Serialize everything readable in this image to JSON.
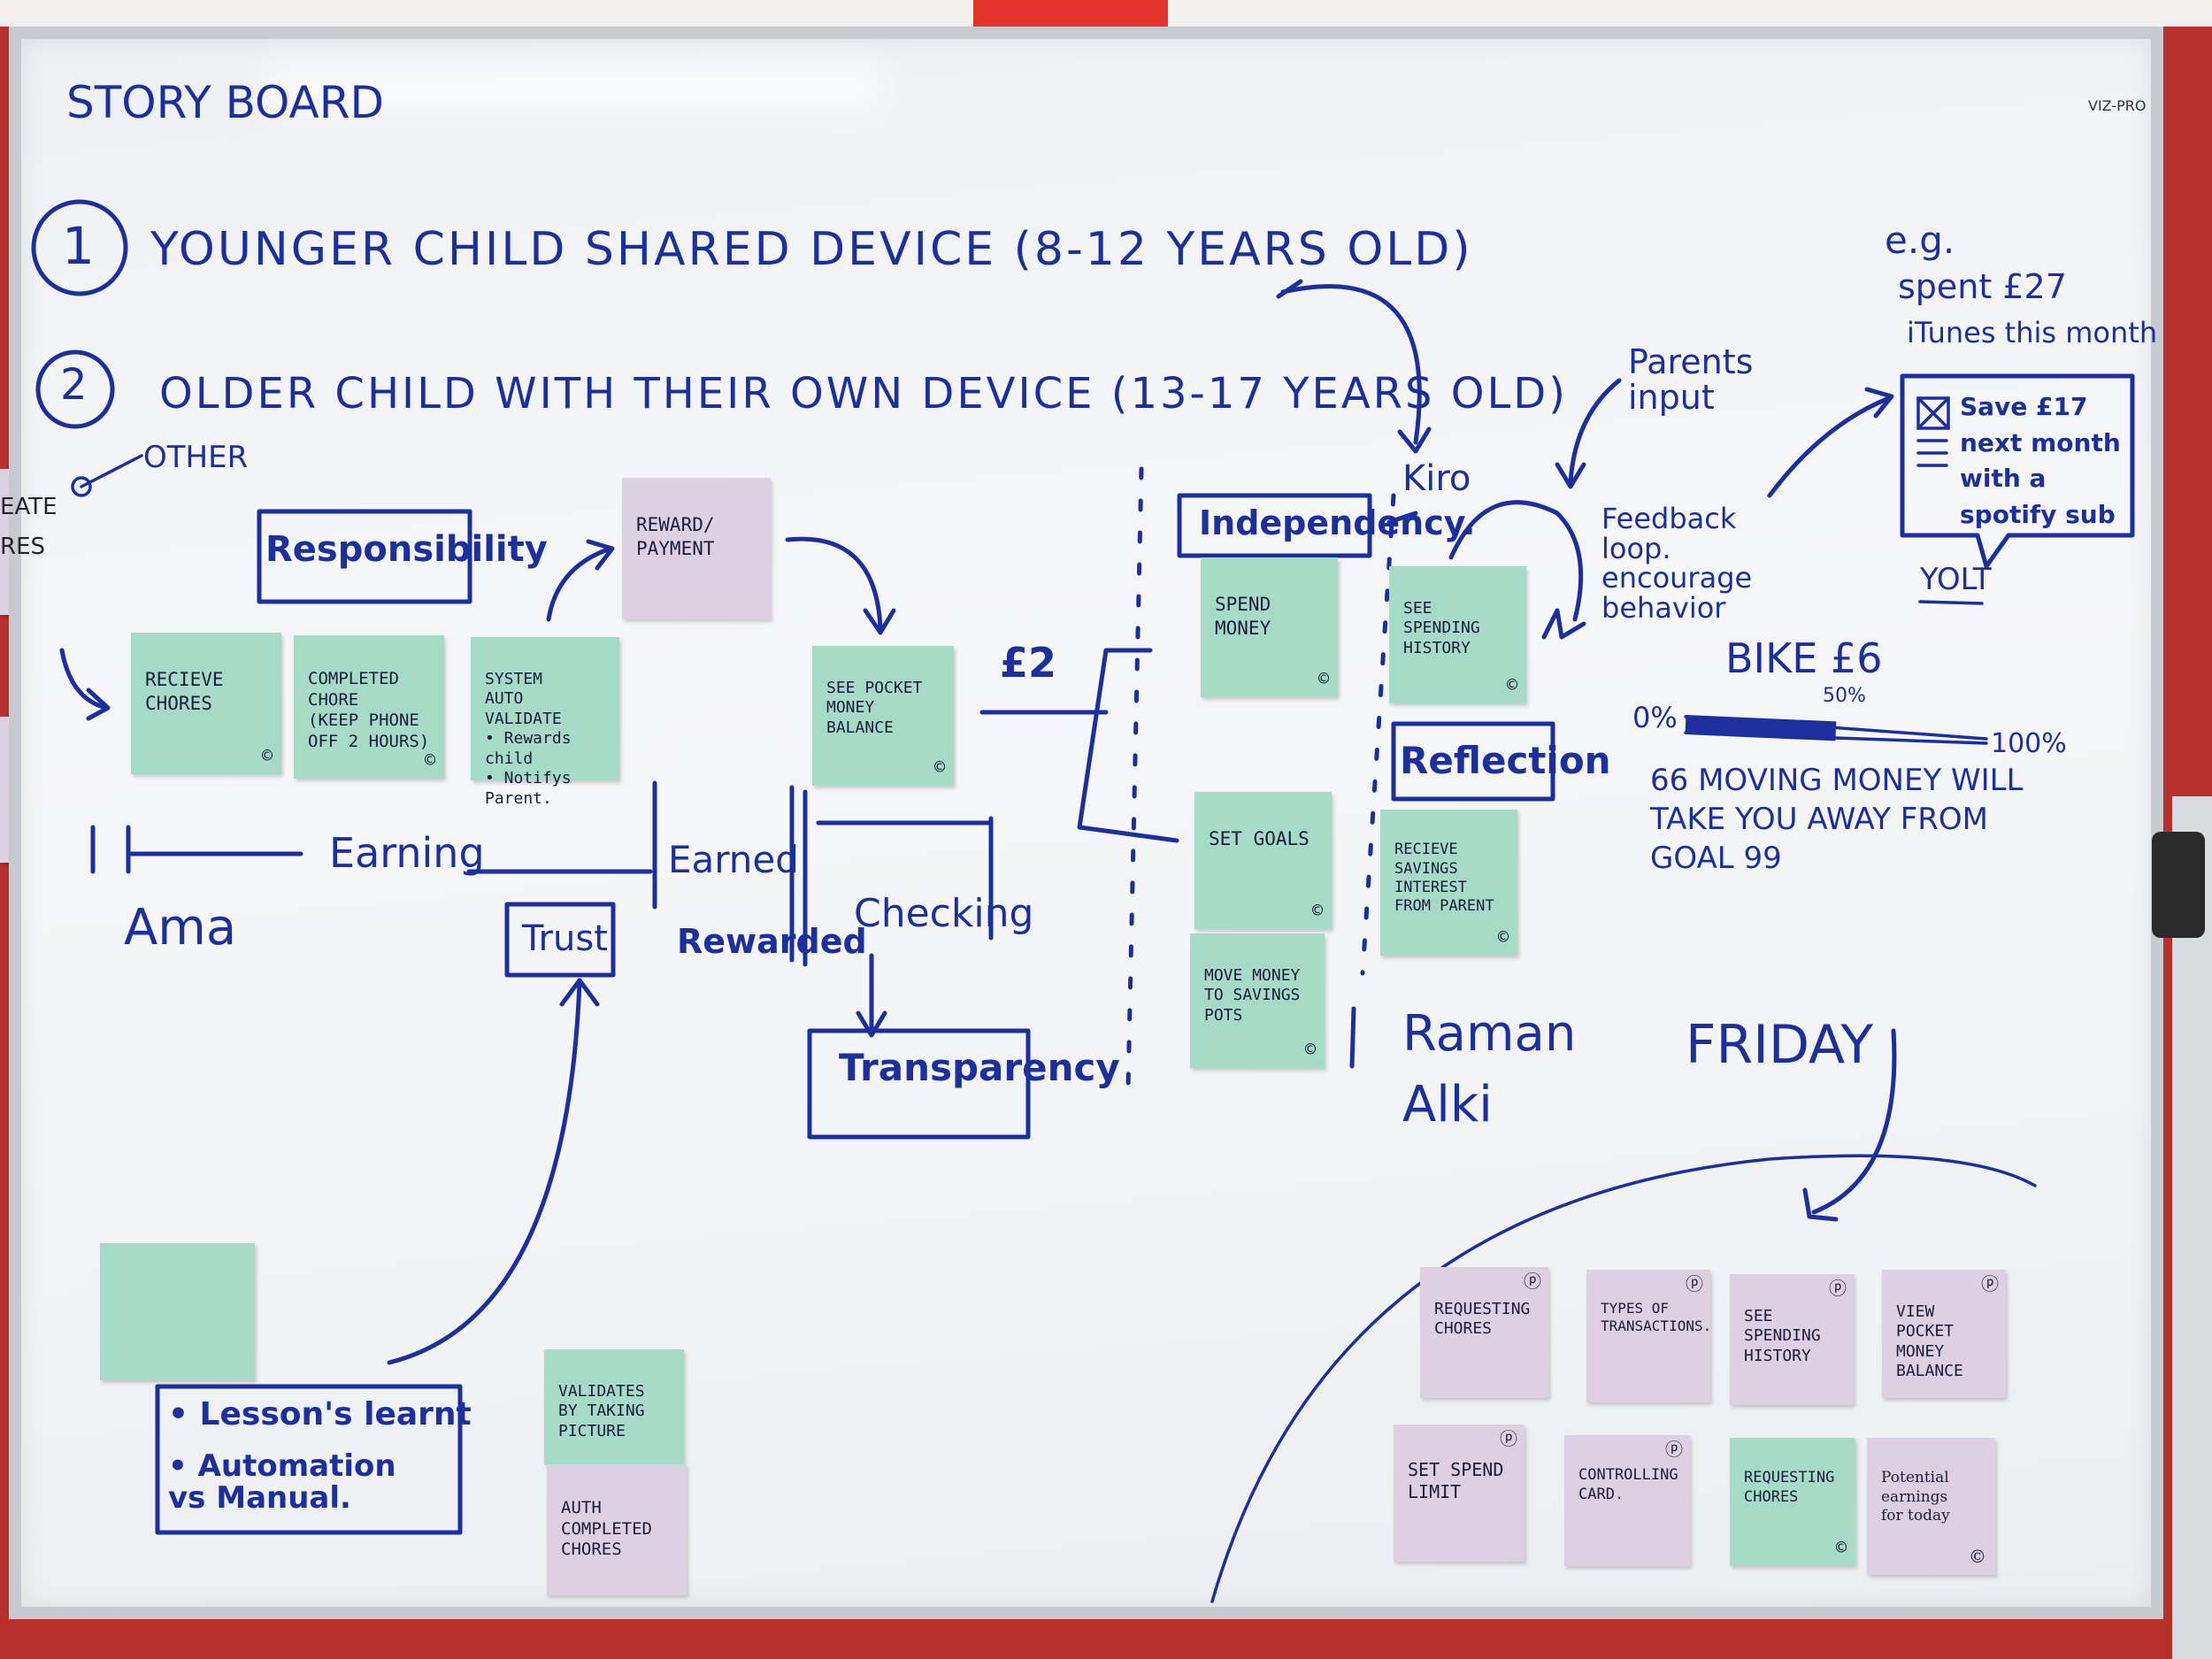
{
  "board": {
    "title": "STORY BOARD",
    "brand": "VIZ-PRO",
    "line1_num": "1",
    "line1": "YOUNGER CHILD SHARED DEVICE (8-12 YEARS OLD)",
    "line2_num": "2",
    "line2": "OLDER CHILD WITH THEIR OWN DEVICE (13-17 YEARS OLD)",
    "other": "OTHER",
    "eg": "e.g.",
    "eg_line1": "spent £27",
    "eg_line2": "iTunes this month",
    "bubble_text": "Save £17 next month with a spotify sub",
    "bubble_label": "YOLT",
    "parents_input": "Parents input",
    "feedback": "Feedback loop. encourage behavior",
    "kiro": "Kiro",
    "pound": "£2",
    "bike": "BIKE £6",
    "pct_0": "0%",
    "pct_50": "50%",
    "pct_100": "100%",
    "progress": 0.5,
    "quote": "66 MOVING MONEY WILL TAKE YOU AWAY FROM GOAL 99",
    "friday": "FRIDAY",
    "names_ama": "Ama",
    "names_raman": "Raman",
    "names_alki": "Alki",
    "lessons": [
      "• Lesson's learnt",
      "• Automation vs Manual."
    ],
    "edge_text_1": "EATE",
    "edge_text_2": "RES"
  },
  "labels": {
    "responsibility": "Responsibility",
    "earning": "Earning",
    "earned": "Earned",
    "rewarded": "Rewarded",
    "checking": "Checking",
    "trust": "Trust",
    "transparency": "Transparency",
    "independency": "Independency.",
    "reflection": "Reflection"
  },
  "notes": [
    {
      "text": "RECIEVE\nCHORES",
      "color": "green",
      "mark": "©"
    },
    {
      "text": "COMPLETED\nCHORE\n(KEEP PHONE\nOFF 2 HOURS)",
      "color": "green",
      "mark": "©"
    },
    {
      "text": "SYSTEM\nAUTO VALIDATE\n• Rewards child\n• Notifys Parent.",
      "color": "green",
      "mark": ""
    },
    {
      "text": "REWARD/\nPAYMENT",
      "color": "pink",
      "mark": ""
    },
    {
      "text": "SEE POCKET\nMONEY BALANCE",
      "color": "green",
      "mark": "©"
    },
    {
      "text": "SPEND\nMONEY",
      "color": "green",
      "mark": "©"
    },
    {
      "text": "SET GOALS",
      "color": "green",
      "mark": "©"
    },
    {
      "text": "MOVE MONEY\nTO SAVINGS\nPOTS",
      "color": "green",
      "mark": "©"
    },
    {
      "text": "SEE SPENDING\nHISTORY",
      "color": "green",
      "mark": "©"
    },
    {
      "text": "RECIEVE\nSAVINGS INTEREST\nFROM PARENT",
      "color": "green",
      "mark": "©"
    },
    {
      "text": "",
      "color": "green",
      "mark": ""
    },
    {
      "text": "VALIDATES\nBY TAKING\nPICTURE",
      "color": "green",
      "mark": ""
    },
    {
      "text": "AUTH\nCOMPLETED\nCHORES",
      "color": "pink",
      "mark": ""
    },
    {
      "text": "REQUESTING\nCHORES",
      "color": "pink",
      "mark": "ⓟ"
    },
    {
      "text": "TYPES OF\nTRANSACTIONS.",
      "color": "pink",
      "mark": "ⓟ"
    },
    {
      "text": "SEE\nSPENDING\nHISTORY",
      "color": "pink",
      "mark": "ⓟ"
    },
    {
      "text": "VIEW\nPOCKET\nMONEY\nBALANCE",
      "color": "pink",
      "mark": "ⓟ"
    },
    {
      "text": "SET SPEND\nLIMIT",
      "color": "pink",
      "mark": "ⓟ"
    },
    {
      "text": "CONTROLLING\nCARD.",
      "color": "pink",
      "mark": "ⓟ"
    },
    {
      "text": "REQUESTING\nCHORES",
      "color": "green",
      "mark": "©"
    },
    {
      "text": "Potential\nearnings\nfor today",
      "color": "pink",
      "mark": "©"
    }
  ]
}
